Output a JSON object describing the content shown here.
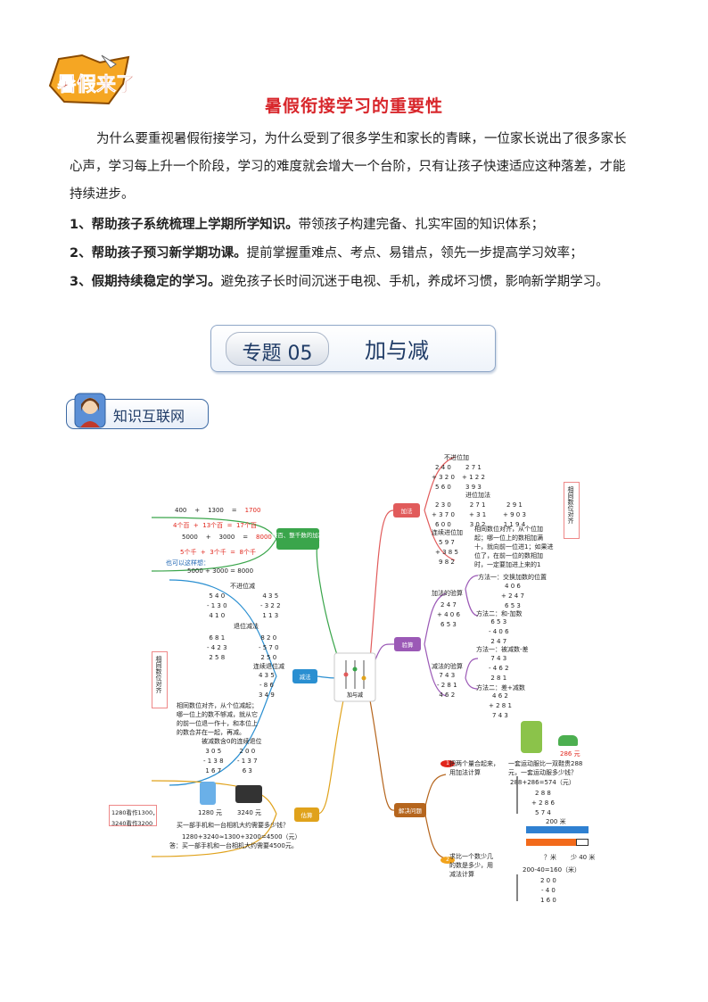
{
  "logo": {
    "text": "暑假来了",
    "icon": "logo-badge"
  },
  "title": "暑假衔接学习的重要性",
  "intro": "为什么要重视暑假衔接学习，为什么受到了很多学生和家长的青睐，一位家长说出了很多家长心声，学习每上升一个阶段，学习的难度就会增大一个台阶，只有让孩子快速适应这种落差，才能持续进步。",
  "intro_lines": [
    "为什么要重视暑假衔接学习，为什么受到了很多学生和家长的青睐，一位家长说出了很多家长",
    "心声，学习每上升一个阶段，学习的难度就会增大一个台阶，只有让孩子快速适应这种落差，才能",
    "持续进步。"
  ],
  "points": [
    {
      "lead": "1、帮助孩子系统梳理上学期所学知识。",
      "rest": "带领孩子构建完备、扎实牢固的知识体系；"
    },
    {
      "lead": "2、帮助孩子预习新学期功课。",
      "rest": "提前掌握重难点、考点、易错点，领先一步提高学习效率；"
    },
    {
      "lead": "3、假期持续稳定的学习。",
      "rest": "避免孩子长时间沉迷于电视、手机，养成坏习惯，影响新学期学习。"
    }
  ],
  "banner": {
    "tag": "专题 05",
    "topic": "加与减"
  },
  "section": {
    "label": "知识互联网",
    "icon": "teacher-avatar-icon"
  },
  "mindmap": {
    "center": "加与减",
    "left": {
      "whole": {
        "label": "整百、整千数的加减",
        "eq1": [
          "400",
          "+",
          "1300",
          "=",
          "1700"
        ],
        "eq1b": [
          "4个百",
          "+",
          "13个百",
          "=",
          "17个百"
        ],
        "eq2": [
          "5000",
          "+",
          "3000",
          "=",
          "8000"
        ],
        "eq2b": [
          "5个千",
          "+",
          "3个千",
          "=",
          "8个千"
        ],
        "note": "也可以这样想：",
        "eq3": "5000 + 3000 = 8000"
      },
      "sub": {
        "label": "减法",
        "h1": "不进位减",
        "c1a": [
          "5 4 0",
          "- 1 3 0",
          "4 1 0"
        ],
        "c1b": [
          "4 3 5",
          "- 3 2 2",
          "1 1 3"
        ],
        "h2": "退位减法",
        "c2a": [
          "6 8 1",
          "- 4 2 3",
          "2 5 8"
        ],
        "c2b": [
          "8 2 0",
          "- 5 7 0",
          "2 5 0"
        ],
        "h3": "连续退位减",
        "c3": [
          "4 3 5",
          "- 8 6",
          "3 4 9"
        ],
        "tip": "相同数位对齐，从个位减起；哪一位上的数不够减，就从它的前一位退一作十，和本位上的数合并在一起，再减。",
        "h4": "被减数含0的连续退位",
        "c4a": [
          "3 0 5",
          "- 1 3 8",
          "1 6 7"
        ],
        "c4b": [
          "2 0 0",
          "- 1 3 7",
          "6 3"
        ],
        "side": "相同数位对齐"
      },
      "est": {
        "label": "估算",
        "price1": "1280 元",
        "price2": "3240 元",
        "note1": "1280看作1300，",
        "note2": "3240看作3200",
        "q": "买一部手机和一台相机大约需要多少钱？",
        "calc": "1280+3240≈1300+3200=4500（元）",
        "ans": "答：买一部手机和一台相机大约需要4500元。"
      }
    },
    "right": {
      "add": {
        "label": "加法",
        "h1": "不进位加",
        "c1a": [
          "2 4 0",
          "+ 3 2 0",
          "5 6 0"
        ],
        "c1b": [
          "2 7 1",
          "+ 1 2 2",
          "3 9 3"
        ],
        "h2": "进位加法",
        "c2a": [
          "2 3 0",
          "+ 3 7 0",
          "6 0 0"
        ],
        "c2b": [
          "2 7 1",
          "+ 3 1",
          "3 0 2"
        ],
        "c2c": [
          "2 9 1",
          "+ 9 0 3",
          "1 1 9 4"
        ],
        "h3": "连续进位加",
        "c3": [
          "5 9 7",
          "+ 3 8 5",
          "9 8 2"
        ],
        "tip": "相同数位对齐，从个位加起；哪一位上的数相加满十，就向前一位进1；如果进位了，在前一位的数相加时，一定要加进上来的1",
        "side": "相同数位对齐"
      },
      "check": {
        "label": "验算",
        "h1": "加法的验算",
        "m1": "方法一：交换加数的位置",
        "c0": [
          "2 4 7",
          "+ 4 0 6",
          "6 5 3"
        ],
        "c1": [
          "4 0 6",
          "+ 2 4 7",
          "6 5 3"
        ],
        "m2": "方法二：和-加数",
        "c2": [
          "6 5 3",
          "- 4 0 6",
          "2 4 7"
        ],
        "h2": "减法的验算",
        "m3": "方法一：被减数-差",
        "c3": [
          "7 4 3",
          "- 4 6 2",
          "2 8 1"
        ],
        "c4": [
          "7 4 3",
          "- 2 8 1",
          "4 6 2"
        ],
        "m4": "方法二：差+减数",
        "c5": [
          "4 6 2",
          "+ 2 8 1",
          "7 4 3"
        ]
      },
      "solve": {
        "label": "解决问题",
        "s1": "把两个量合起来，用加法计算",
        "price": "286 元",
        "q1": "一套运动服比一双鞋贵288元，一套运动服多少钱？",
        "calc1": "288+286=574（元）",
        "c1": [
          "2 8 8",
          "+ 2 8 6",
          "5 7 4"
        ],
        "s2": "求比一个数少几的数是多少，用减法计算",
        "len": "200 米",
        "less": "少 40 米",
        "unk": "？米",
        "calc2": "200-40=160（米）",
        "c2": [
          "2 0 0",
          "- 4 0",
          "1 6 0"
        ]
      }
    }
  },
  "colors": {
    "title_red": "#d8262b",
    "navy": "#1f3b66",
    "mm_add": "#e15b5b",
    "mm_check": "#9b59b6",
    "mm_solve": "#b5651d",
    "mm_whole": "#3aa54b",
    "mm_sub": "#2a8fd1",
    "mm_est": "#e0a21b"
  }
}
